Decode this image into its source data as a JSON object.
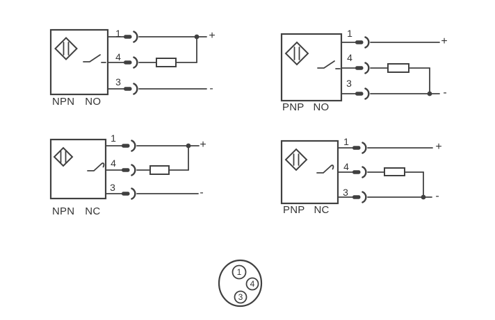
{
  "colors": {
    "background": "#ffffff",
    "stroke": "#404040",
    "text": "#333333"
  },
  "diagrams": [
    {
      "id": "npn-no",
      "type_label": "NPN",
      "contact_label": "NO",
      "contact": "NO",
      "pins": [
        {
          "number": "1",
          "terminal": "+"
        },
        {
          "number": "4",
          "terminal": ""
        },
        {
          "number": "3",
          "terminal": "-"
        }
      ],
      "load": {
        "on_pin": "4",
        "connects_to_pin": "1"
      }
    },
    {
      "id": "pnp-no",
      "type_label": "PNP",
      "contact_label": "NO",
      "contact": "NO",
      "pins": [
        {
          "number": "1",
          "terminal": "+"
        },
        {
          "number": "4",
          "terminal": ""
        },
        {
          "number": "3",
          "terminal": "-"
        }
      ],
      "load": {
        "on_pin": "4",
        "connects_to_pin": "3"
      }
    },
    {
      "id": "npn-nc",
      "type_label": "NPN",
      "contact_label": "NC",
      "contact": "NC",
      "pins": [
        {
          "number": "1",
          "terminal": "+"
        },
        {
          "number": "4",
          "terminal": ""
        },
        {
          "number": "3",
          "terminal": "-"
        }
      ],
      "load": {
        "on_pin": "4",
        "connects_to_pin": "1"
      }
    },
    {
      "id": "pnp-nc",
      "type_label": "PNP",
      "contact_label": "NC",
      "contact": "NC",
      "pins": [
        {
          "number": "1",
          "terminal": "+"
        },
        {
          "number": "4",
          "terminal": ""
        },
        {
          "number": "3",
          "terminal": "-"
        }
      ],
      "load": {
        "on_pin": "4",
        "connects_to_pin": "3"
      }
    }
  ],
  "connector_pinout": {
    "pins": [
      "1",
      "4",
      "3"
    ]
  }
}
